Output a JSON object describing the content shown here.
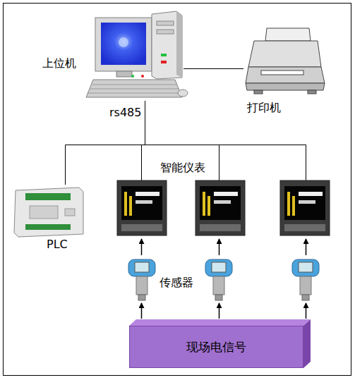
{
  "diagram": {
    "nodes": [
      {
        "text": [
          "上位机"
        ]
      },
      {
        "text": [
          "打印机"
        ]
      },
      {
        "text": [
          "PLC"
        ]
      },
      {
        "text": [
          "现场电信号"
        ]
      }
    ],
    "edges": [
      {
        "from": 0,
        "to": 1,
        "arrow": "none"
      },
      {
        "from": 0,
        "to": 2,
        "arrow": "none"
      }
    ],
    "labels": [
      "rs485",
      "智能仪表",
      "传感器"
    ]
  }
}
